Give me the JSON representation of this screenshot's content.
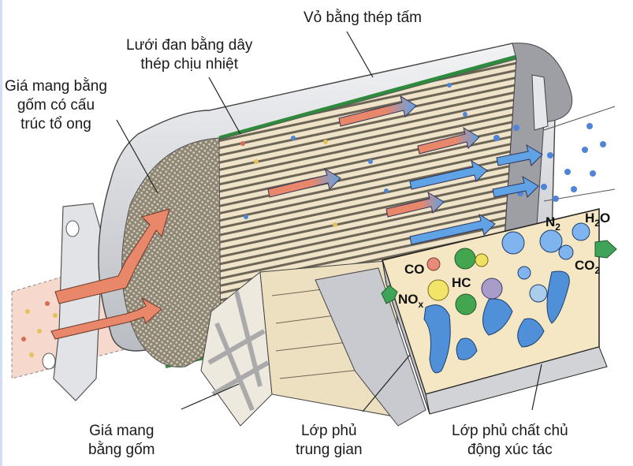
{
  "title": "Bộ chuyển đổi xúc tác (catalytic converter) – cấu tạo",
  "labels": {
    "shell": "Vỏ bằng thép tấm",
    "wire_mesh": [
      "Lưới đan bằng dây",
      "thép chịu nhiệt"
    ],
    "honeycomb_support": [
      "Giá mang bằng",
      "gốm có cấu",
      "trúc tổ ong"
    ],
    "ceramic_support": [
      "Giá mang",
      "bằng gốm"
    ],
    "intermediate_coating": [
      "Lớp phủ",
      "trung gian"
    ],
    "active_catalyst_coating": [
      "Lớp phủ chất chủ",
      "động xúc tác"
    ]
  },
  "molecules": {
    "inputs": [
      "CO",
      "NOx",
      "HC"
    ],
    "outputs": [
      "N2",
      "H2O",
      "CO2"
    ]
  },
  "colors": {
    "shell": "#d4d6da",
    "mesh_green": "#2e8b3d",
    "channels": "#e9dcc0",
    "inflow_arrow": "#e8876a",
    "outflow_arrow": "#5fa2e6",
    "catalyst_blob": "#4f90d8",
    "process_arrow": "#3fa45a"
  }
}
